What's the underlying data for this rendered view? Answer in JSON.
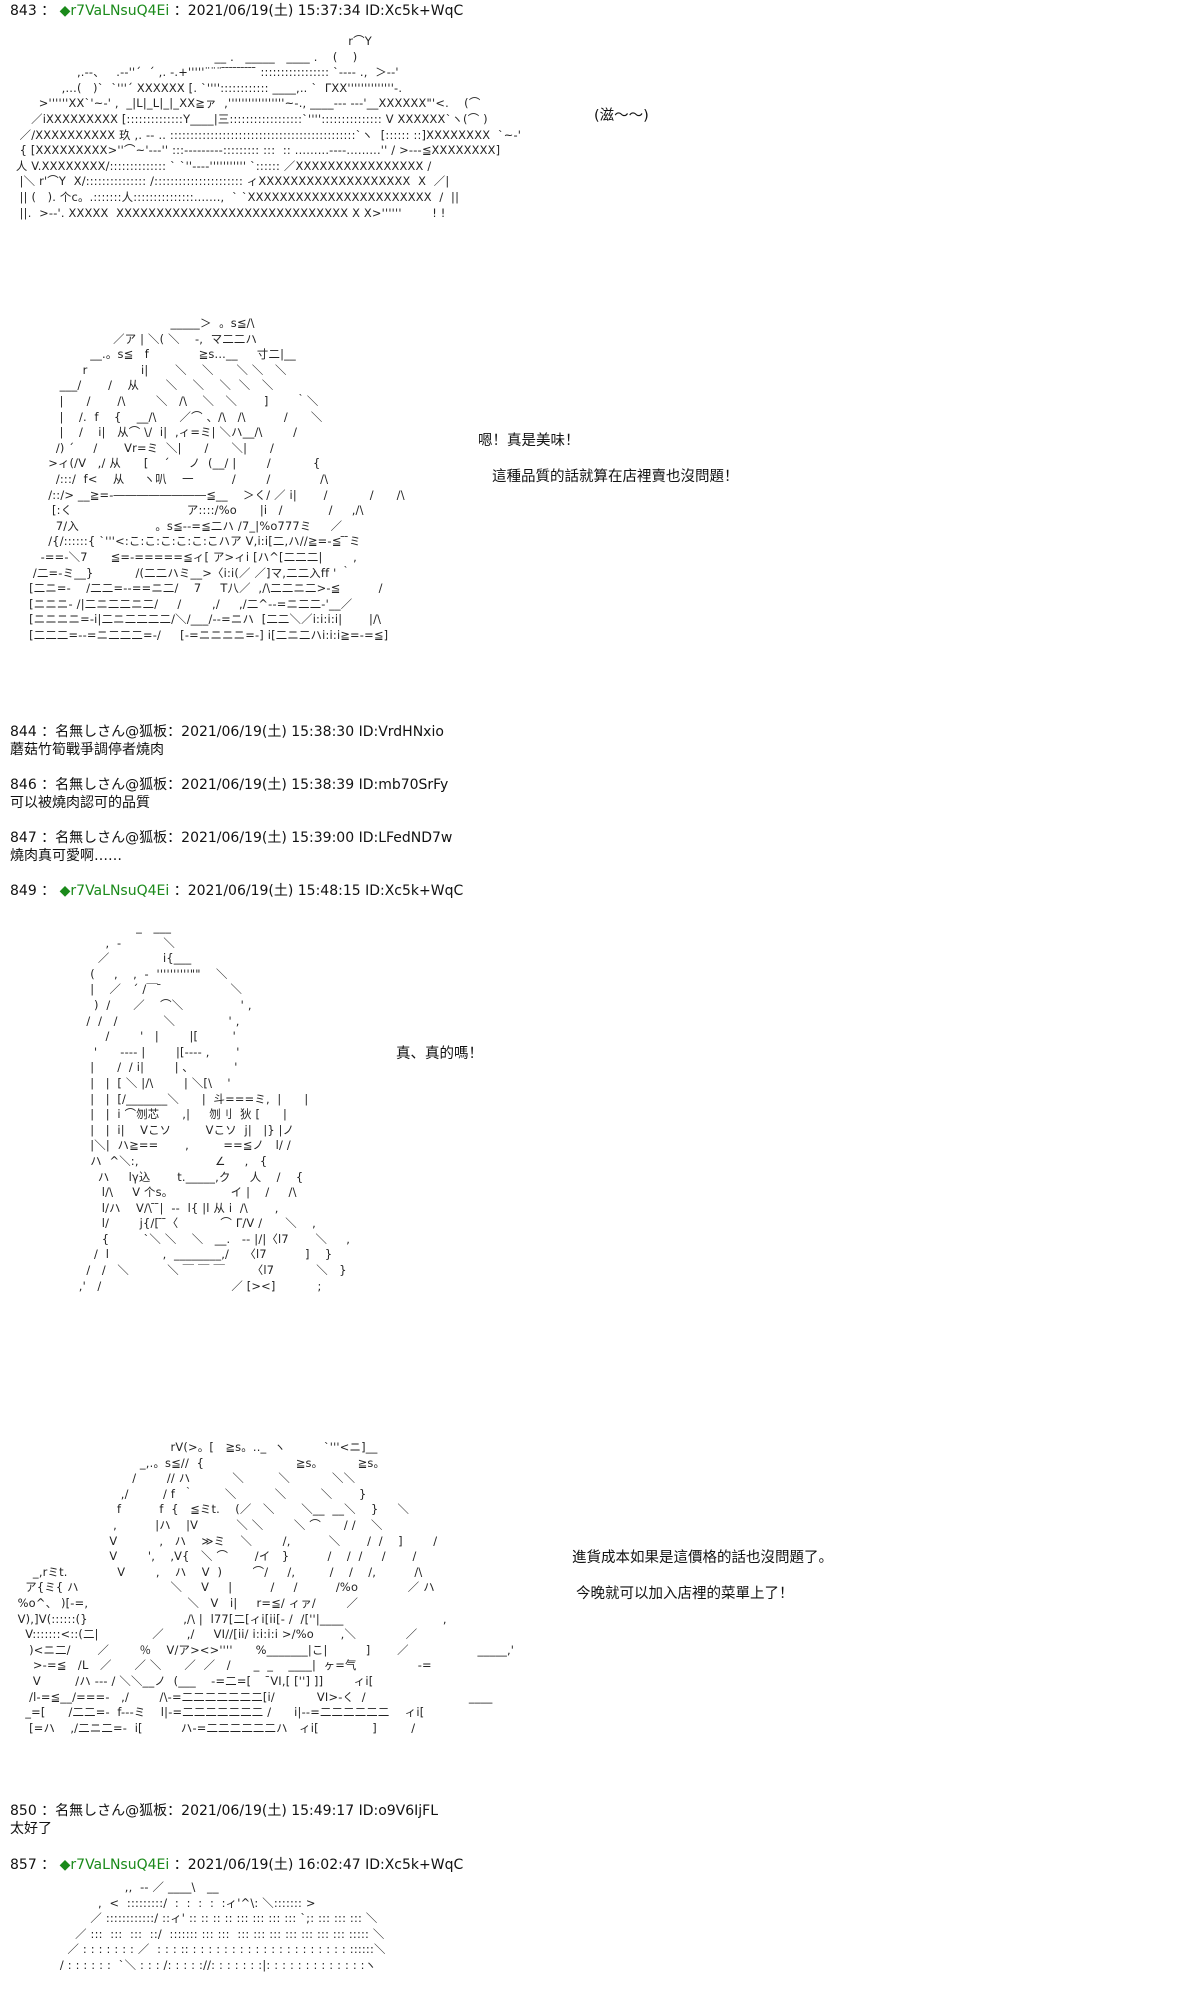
{
  "posts": {
    "p843": {
      "num": "843",
      "sep": " ： ",
      "trip": "◆r7VaLNsuQ4Ei",
      "meta": " ：2021/06/19(土) 15:37:34 ID:Xc5k+WqC"
    },
    "p844": {
      "header": "844 ：名無しさん@狐板：2021/06/19(土) 15:38:30 ID:VrdHNxio",
      "body": "蘑菇竹筍戰爭調停者燒肉"
    },
    "p846": {
      "header": "846 ：名無しさん@狐板：2021/06/19(土) 15:38:39 ID:mb70SrFy",
      "body": "可以被燒肉認可的品質"
    },
    "p847": {
      "header": "847 ：名無しさん@狐板：2021/06/19(土) 15:39:00 ID:LFedND7w",
      "body": "燒肉真可愛啊……"
    },
    "p849": {
      "num": "849",
      "sep": " ： ",
      "trip": "◆r7VaLNsuQ4Ei",
      "meta": " ：2021/06/19(土) 15:48:15 ID:Xc5k+WqC"
    },
    "p850": {
      "header": "850 ：名無しさん@狐板：2021/06/19(土) 15:49:17 ID:o9V6IjFL",
      "body": "太好了"
    },
    "p857": {
      "num": "857",
      "sep": " ： ",
      "trip": "◆r7VaLNsuQ4Ei",
      "meta": " ：2021/06/19(土) 16:02:47 ID:Xc5k+WqC"
    }
  },
  "speech": {
    "s1": "(滋～～)",
    "s2": "嗯！真是美味！",
    "s3": "這種品質的話就算在店裡賣也沒問題！",
    "s4": "真、真的嗎！",
    "s5": "進貨成本如果是這價格的話也沒問題了。",
    "s6": "今晚就可以加入店裡的菜單上了！"
  },
  "art": {
    "a1": "                                                                                        r⌒Y\n                                                     __ .   _____   ____ .    (    )\n                 ,.-‐、   .-‐''´  ´ ,. ‐.+'''''¨¨¨ ̄ ̄ ̄ ̄ ̄ ̄ ̄ ̄ ̄ ::::::::::::::::: `‐--- .,  ＞-‐'\n             ,...(   )`  `'''´ XXXXXX [. `'''':::::::::::: ____,.. `  ΓXX''''''''''''''-.\n       >''''''XX`'~-' ,  _|L|_L|_|_XX≧ァ  ,'''''''''''''''''~-., ____--- ---'__XXXXXX\"'<.    (⌒\n     ／iXXXXXXXXX [::::::::::::::Y____|三::::::::::::::::::`''''::::::::::::::: V XXXXXX`ヽ(⌒ )\n  ／/XXXXXXXXXX 玖 ,. -- .. ::::::::::::::::::::::::::::::::::::::::::::::`ヽ  [:::::: ::]XXXXXXXX  `~-'\n  { [XXXXXXXXX>''⌒~'---'' :::---------::::::::: :::  :: .........----.........'' / >---≦XXXXXXXX]\n 人 V.XXXXXXXX/:::::::::::::: ` `''----''''''''''' `:::::: ／XXXXXXXXXXXXXXXX /\n  |＼ r'⌒Y  X/::::::::::::::: /:::::::::::::::::::::: ィXXXXXXXXXXXXXXXXXXX  X  ／|\n  || (   ). 个c。.:::::::人:::::::::::::::.......,  ` `XXXXXXXXXXXXXXXXXXXXXXX  /  ||\n  ||.  >-‐'. XXXXX  XXXXXXXXXXXXXXXXXXXXXXXXXXXXX X X>''''''        ! !",
    "a2": "                                          _____＞  。s≦/\\\n                           ／ア | ＼( ＼    -,  マ二二ハ\n                     __.。s≦   f             ≧s...__     寸二|__\n                   r              i|       ＼    ＼      ＼ ＼   ＼\n             ___/       /    从       ＼    ＼    ＼  ＼   ＼\n             |      /       /\\        ＼   /\\    ＼   ＼       ]       ｀＼      \n             |    /.  f    {    __/\\      ／⌒ 、/\\   /\\          /      ＼\n             |    /    i|   从⌒ \\/  i|  ,ィ=ミ| ＼ハ__/\\        /\n            /) ´     /       Vr=ミ  ＼|      /      ＼|      /\n          >ィ(/V   ,/ 从      [    ´     ノ  (__/ |        /           {\n            /:::/  f<    从     ヽ叭    一          /        /             /\\\n          /::/> __≧=-――――――――≦__    ＞く/ ／ i|       /           /      /\\\n           [:く                              ア::::/%o      |i   /            /     ,/\\\n            7/入                    。s≦--=≦二ハ /7_|%o777ミ     ／\n          /{/::::::{ `'''<:こ:こ:こ:こ:こ:こハア V,i:i[二,ハ//≧=-≦ ̄ ̄ミ\n        -==-＼7      ≦=-=====≦ィ[ ア>ィi [ハ^[二二二|        ,\n      /二=-ミ__}           /(二二ハミ__>〈i:i(／ ／]マ,二二入ff ' ｀\n     [二ニ=-    /二二=--==ニ二/    7     T八／  ,/\\二二ニ二>-≦          /\n     [ニニニ- /|二ニ二二ニ二/     /        ,/     ,/二^--=ニ二二-'__／\n     [ニニニニ=-i|二ニ二二二二/＼/___/--=ニハ  [二二＼／i:i:i:i|       |/\\\n     [二二二=--=ニ二二二=-/     [-=ニニニニ=-] i[二ニ二ハi:i:i≧=-=≦]",
    "a3": "                                 _   ___\n                         ,  -           ＼\n                       ／              i{___\n                     (     ,    ,  -  ''''''''''\"\"    ＼\n                     |    ／   ´ /￣ ̄                  ＼\n                      )  /      ／    ⌒＼               ' ,\n                    /  /   /            ＼              ' ,  \n                         /        '   |        |[         '\n                      '      ---- |        |[---- ,       '\n                     |      /  / i|        | ､            '\n                     |   |  [ ＼ |/\\        | ＼[\\    '\n                     |   |  [/_______＼      |  斗===ミ,  |      |\n                     |   |  i ⌒刎芯      ,|     刎刂  狄 [      |\n                     |   |  i|    Vこソ         Vこソ  j|   |} |ノ\n                     |＼|  ハ≧==       ,         ==≦ノ   l/ /\n                     ハ  ^＼:,                    ∠     ,   {\n                       ハ     lγ込       t._____,ク     人    /    {\n                        l/\\     V 个s。               イ |    /     /\\\n                        l/ハ    V/\\ ̄ ̄|  --  l{ |l 从 i  /\\       ,\n                        l/        j{/[ ̄ ̄〈           ⌒ Γ/V /      ＼    ,\n                        {         `＼ ＼    ＼   __.   -- |/|〈l7       ＼     ,\n                      /  l              ,  ________,/    〈l7          ]    }\n                    /   /   ＼          ＼ ￣ ￣ ￣       〈l7           ＼   }\n                  ,'   /                                  ／ [><]           ;",
    "a4": "                                          rV(>。[   ≧s。.._  ヽ          `'''<ニ]__\n                                  _,.。s≦//  {                        ≧s。         ≧s。\n                                /        // ハ           ＼         ＼           ＼＼\n                             ,/         / f  ｀        ＼          ＼         ＼       }\n                            f          f  {   ≦ミt.    (／   ＼       ＼__  __＼    }     ＼\n                           ,          |ハ    |V          ＼ ＼        ＼ ⌒      / /    ＼   \n                          V           ,   ハ    ≫ミ    ＼        /,          ＼       /  /    ]        /\n                          V        ',    ,V{   ＼ ⌒       /イ   }          /    /  /     /       /\n      _,rミt.             V        ,    ハ    V  )        ⌒/     /,         /    /    /,          /\\\n    ア{ミ{ ハ                        ＼     V     |          /     /          /%o             ／ ハ\n  %o^、 )[-=,                          ＼   V   i|     r=≦/ ィァ/        ／\n  V),]V(::::::(}                         ,/\\ |  l77[二[ィi[ii[- /  /[''|____                          ,\n    V:::::::<::(二|              ／      ,/     VI//[ii/ i:i:i:i >/%o       ,＼             ／\n     )<ニ二/       ／        ％    V/ア><>''''      %_______|こ|          ]       ／                  _____,'\n      >-=≦   /L   ／      ／ ＼      ／  ／   /      _  _    ____|  ヶ=气                -=\n      V         /ハ --- / ＼＼__ノ  (___    -=二=[     ̄VI,[ [''] ]]        ィi[\n     /l-=≦__/===-   ,/        /\\-=二二二二二二二[i/           VI>-く  /                           ____\n    _=[      /二二=-  f---ミ    l|-=二二二二二二二 /      i|--=二二二二二二    ィi[\n     [=ハ    ,/二ニ二=-  i[          ハ-=二二二二二二ハ   ィi[              ]         /",
    "a5": "                             ,,  -- ／ ____\\   __\n                      ,  <  :::::::::/  :  :  :  :  :ィ'^\\: ＼::::::: >\n                    ／ ::::::::::::/ ::ィ' :: :: :: :: ::: ::: ::: ::: `;: ::: ::: ::: ＼\n                ／ :::  :::  :::  ::/  ::::::: ::: :::  ::: ::: ::: ::: ::: ::: ::: ::::: ＼\n              ／ : : : : : : : ／  : : : :: : : : : : : : : : : : : : : : : : : : : ::::::＼\n            / : : : : : :  `＼ : : : /: : : : ://: : : : : : :|: : : : : : : : : : : : :ヽ"
  }
}
